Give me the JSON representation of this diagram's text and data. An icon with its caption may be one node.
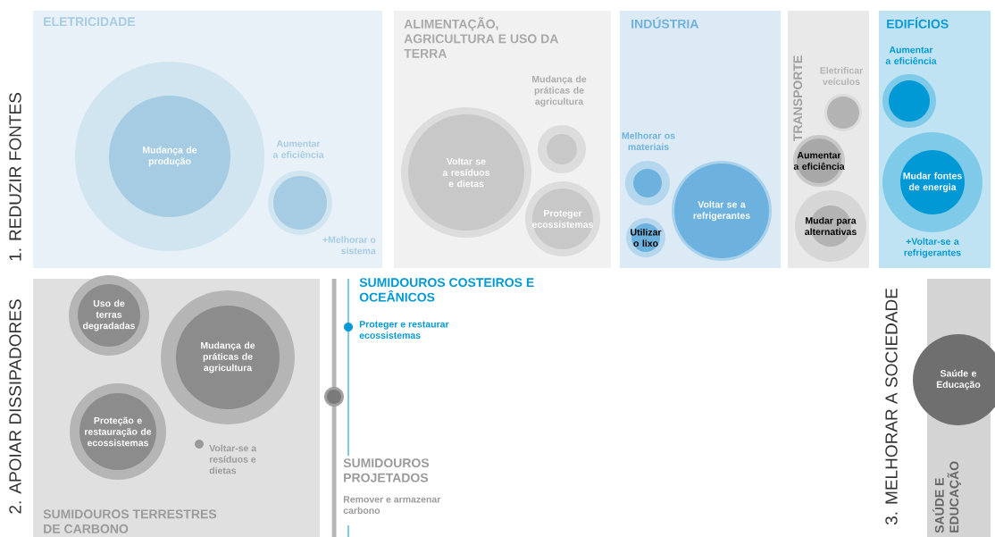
{
  "diagram": {
    "nodes": [
      {
        "text": [
          "ELETRICIDADE"
        ]
      },
      {
        "text": [
          "Mudança de produção"
        ],
        "in": 0
      },
      {
        "text": [],
        "shape": "circle",
        "beside": [
          "Aumentar a eficiência"
        ],
        "in": 0
      },
      {
        "text": [
          "ALIMENTAÇÃO, AGRICULTURA E USO DA TERRA"
        ]
      },
      {
        "text": [],
        "shape": "circle",
        "in": 3
      },
      {
        "text": [
          "Voltar se a resíduos e dietas"
        ],
        "in": 3
      },
      {
        "text": [
          "Proteger ecossistemas"
        ],
        "in": 3
      },
      {
        "text": [
          "INDÚSTRIA"
        ]
      },
      {
        "text": [],
        "shape": "circle",
        "beside": [
          "Melhorar os materiais"
        ],
        "in": 7
      },
      {
        "text": [
          "Utilizar o lixo"
        ],
        "in": 7
      },
      {
        "text": [
          "Voltar se a refrigerantes"
        ],
        "in": 7
      },
      {
        "text": [
          "TRANSPORTE"
        ]
      },
      {
        "text": [],
        "shape": "circle",
        "beside": [
          "Eletrificar veículos"
        ],
        "in": 11
      },
      {
        "text": [
          "Aumentar a eficiência"
        ],
        "in": 11
      },
      {
        "text": [
          "Mudar para alternativas"
        ],
        "in": 11
      },
      {
        "text": [
          "EDIFÍCIOS"
        ]
      },
      {
        "text": [],
        "shape": "circle",
        "beside": [
          "Aumentar a eficiência"
        ],
        "in": 15
      },
      {
        "text": [
          "Mudar fontes de energia"
        ],
        "in": 15
      },
      {
        "text": [
          "SUMIDOUROS TERRESTRES DE CARBONO"
        ]
      },
      {
        "text": [
          "Uso de terras degradadas"
        ],
        "in": 18
      },
      {
        "text": [
          "Mudança de práticas de agricultura"
        ],
        "in": 18
      },
      {
        "text": [
          "Proteção e restauração de ecossistemas"
        ],
        "in": 18
      },
      {
        "text": [],
        "shape": "circle",
        "beside": [
          "Voltar-se a resíduos e dietas"
        ],
        "in": 18
      },
      {
        "text": [
          "SAÚDE E EDUCAÇÃO"
        ]
      },
      {
        "text": [
          "Saúde e Educação"
        ]
      }
    ],
    "labels": [
      "1. REDUZIR FONTES",
      "+Melhorar o sistema",
      "Mudança de práticas de agricultura",
      "+Voltar-se a refrigerantes",
      "2. APOIAR DISSIPADORES",
      "SUMIDOUROS COSTEIROS E OCEÂNICOS",
      "Proteger e restaurar ecossistemas",
      "SUMIDOUROS PROJETADOS",
      "Remover e armazenar carbono",
      "3. MELHORAR A SOCIEDADE"
    ]
  }
}
